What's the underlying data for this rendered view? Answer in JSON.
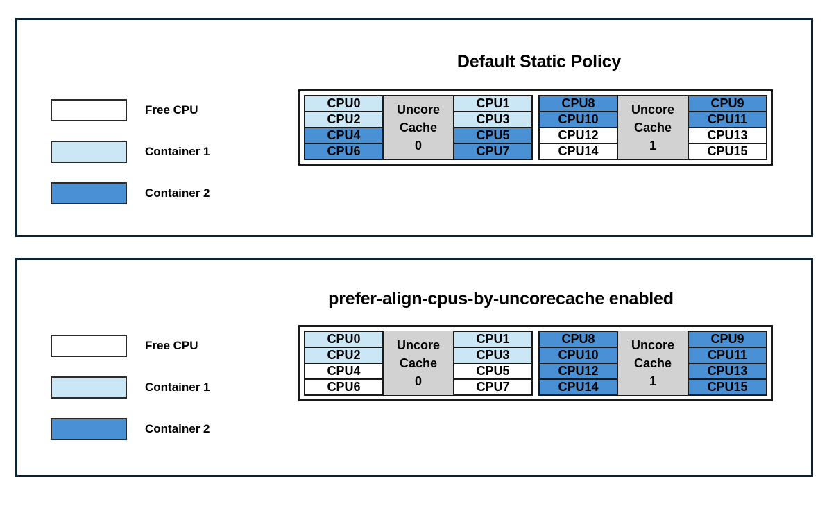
{
  "legend": {
    "items": [
      {
        "label": "Free CPU",
        "fill": "#ffffff",
        "kind": "free"
      },
      {
        "label": "Container 1",
        "fill": "#cbe7f5",
        "kind": "c1"
      },
      {
        "label": "Container 2",
        "fill": "#4a90d4",
        "kind": "c2"
      }
    ]
  },
  "panels": [
    {
      "title": "Default Static Policy",
      "groups": [
        {
          "cache_lines": [
            "Uncore",
            "Cache",
            "0"
          ],
          "left_column": [
            {
              "label": "CPU0",
              "kind": "c1"
            },
            {
              "label": "CPU2",
              "kind": "c1"
            },
            {
              "label": "CPU4",
              "kind": "c2"
            },
            {
              "label": "CPU6",
              "kind": "c2"
            }
          ],
          "right_column": [
            {
              "label": "CPU1",
              "kind": "c1"
            },
            {
              "label": "CPU3",
              "kind": "c1"
            },
            {
              "label": "CPU5",
              "kind": "c2"
            },
            {
              "label": "CPU7",
              "kind": "c2"
            }
          ]
        },
        {
          "cache_lines": [
            "Uncore",
            "Cache",
            "1"
          ],
          "left_column": [
            {
              "label": "CPU8",
              "kind": "c2"
            },
            {
              "label": "CPU10",
              "kind": "c2"
            },
            {
              "label": "CPU12",
              "kind": "free"
            },
            {
              "label": "CPU14",
              "kind": "free"
            }
          ],
          "right_column": [
            {
              "label": "CPU9",
              "kind": "c2"
            },
            {
              "label": "CPU11",
              "kind": "c2"
            },
            {
              "label": "CPU13",
              "kind": "free"
            },
            {
              "label": "CPU15",
              "kind": "free"
            }
          ]
        }
      ]
    },
    {
      "title": "prefer-align-cpus-by-uncorecache enabled",
      "groups": [
        {
          "cache_lines": [
            "Uncore",
            "Cache",
            "0"
          ],
          "left_column": [
            {
              "label": "CPU0",
              "kind": "c1"
            },
            {
              "label": "CPU2",
              "kind": "c1"
            },
            {
              "label": "CPU4",
              "kind": "free"
            },
            {
              "label": "CPU6",
              "kind": "free"
            }
          ],
          "right_column": [
            {
              "label": "CPU1",
              "kind": "c1"
            },
            {
              "label": "CPU3",
              "kind": "c1"
            },
            {
              "label": "CPU5",
              "kind": "free"
            },
            {
              "label": "CPU7",
              "kind": "free"
            }
          ]
        },
        {
          "cache_lines": [
            "Uncore",
            "Cache",
            "1"
          ],
          "left_column": [
            {
              "label": "CPU8",
              "kind": "c2"
            },
            {
              "label": "CPU10",
              "kind": "c2"
            },
            {
              "label": "CPU12",
              "kind": "c2"
            },
            {
              "label": "CPU14",
              "kind": "c2"
            }
          ],
          "right_column": [
            {
              "label": "CPU9",
              "kind": "c2"
            },
            {
              "label": "CPU11",
              "kind": "c2"
            },
            {
              "label": "CPU13",
              "kind": "c2"
            },
            {
              "label": "CPU15",
              "kind": "c2"
            }
          ]
        }
      ]
    }
  ],
  "colors": {
    "panel_border": "#0b2433",
    "cell_border": "#1a1a1a",
    "cache_fill": "#d2d2d2",
    "free_cpu": "#ffffff",
    "container1": "#cbe7f5",
    "container2": "#4a90d4"
  }
}
